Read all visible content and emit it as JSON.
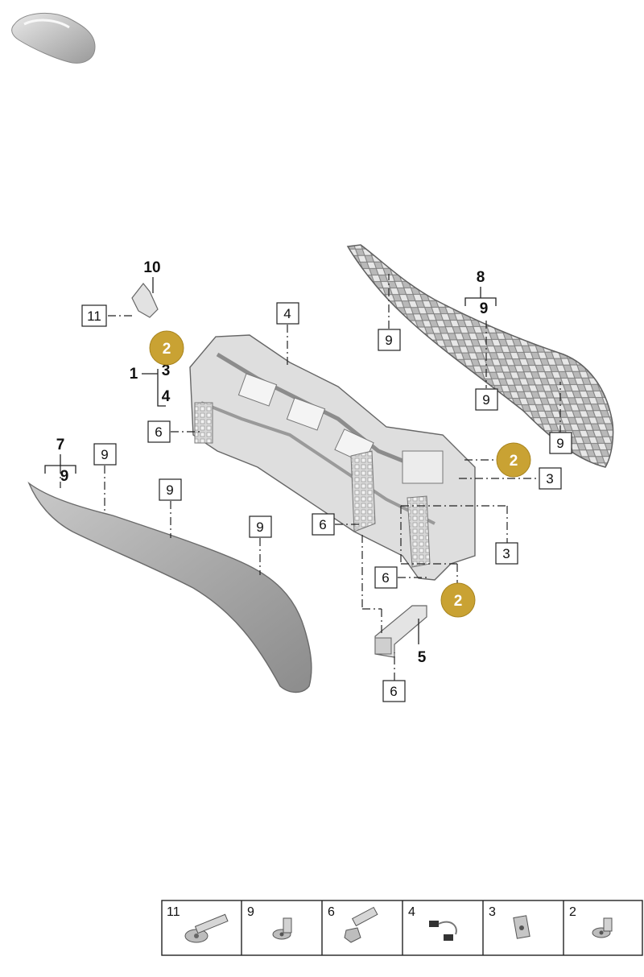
{
  "diagram": {
    "callouts_boxed": [
      "11",
      "4",
      "6",
      "9",
      "9",
      "9",
      "9",
      "9",
      "9",
      "3",
      "3",
      "6",
      "6",
      "6"
    ],
    "callouts_bold": [
      "10",
      "1",
      "3",
      "4",
      "8",
      "9",
      "7",
      "9",
      "5"
    ],
    "badges": [
      "2",
      "2",
      "2"
    ],
    "badge_color": "#c9a233"
  },
  "legend": {
    "cells": [
      {
        "num": "11",
        "icon": "clip-rivet-icon"
      },
      {
        "num": "9",
        "icon": "expansion-rivet-icon"
      },
      {
        "num": "6",
        "icon": "bolt-icon"
      },
      {
        "num": "4",
        "icon": "cable-harness-icon"
      },
      {
        "num": "3",
        "icon": "clip-nut-icon"
      },
      {
        "num": "2",
        "icon": "push-clip-icon"
      }
    ]
  }
}
